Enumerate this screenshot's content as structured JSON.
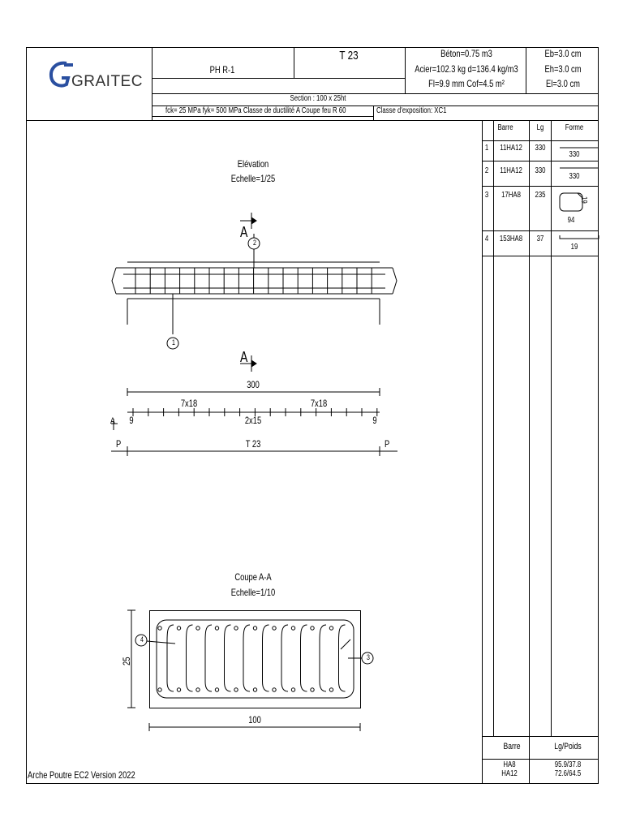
{
  "header": {
    "logo_text": "GRAITEC",
    "element_name": "PH R-1",
    "element_id": "T 23",
    "beton": "Béton=0.75 m3",
    "acier": "Acier=102.3 kg d=136.4 kg/m3",
    "fl": "Fl=9.9 mm Cof=4.5 m²",
    "eb": "Eb=3.0 cm",
    "eh": "Eh=3.0 cm",
    "el": "El=3.0 cm",
    "section": "Section :  100 x  25ht",
    "materials": "fck=   25 MPa fyk=  500 MPa  Classe de ductilité A Coupe feu R 60",
    "exposure": "Classe d'exposition: XC1"
  },
  "bar_table": {
    "headers": [
      "Barre",
      "Lg",
      "Forme"
    ],
    "rows": [
      {
        "num": "1",
        "bar": "11HA12",
        "lg": "330",
        "form_dim": "330"
      },
      {
        "num": "2",
        "bar": "11HA12",
        "lg": "330",
        "form_dim": "330"
      },
      {
        "num": "3",
        "bar": "17HA8",
        "lg": "235",
        "form_dim": "94",
        "form_dim2": "19"
      },
      {
        "num": "4",
        "bar": "153HA8",
        "lg": "37",
        "form_dim": "19"
      }
    ]
  },
  "summary_table": {
    "headers": [
      "Barre",
      "Lg/Poids"
    ],
    "rows": [
      {
        "bar": "HA8",
        "value": "95.9/37.8"
      },
      {
        "bar": "HA12",
        "value": "72.6/64.5"
      }
    ]
  },
  "elevation": {
    "title": "Elévation",
    "scale": "Echelle=1/25",
    "section_mark": "A",
    "callout_top": "2",
    "callout_bottom": "1"
  },
  "dimensions": {
    "section_mark": "A",
    "total": "300",
    "left_spacing": "7x18",
    "right_spacing": "7x18",
    "middle_spacing": "2x15",
    "left_end": "9",
    "right_end": "9",
    "side_mark": "A",
    "support_left": "P",
    "support_right": "P",
    "span_label": "T 23"
  },
  "section": {
    "title": "Coupe A-A",
    "scale": "Echelle=1/10",
    "height": "25",
    "width": "100",
    "callout_left": "4",
    "callout_right": "3"
  },
  "footer": {
    "version": "Arche Poutre EC2 Version 2022"
  }
}
